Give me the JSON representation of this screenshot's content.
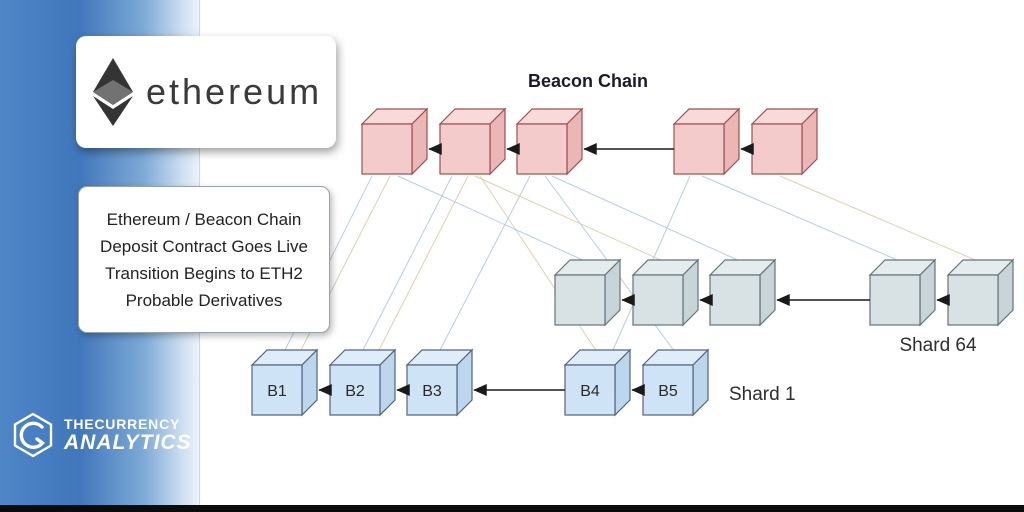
{
  "branding": {
    "ethereum_wordmark": "ethereum",
    "tca_line1": "THECURRENCY",
    "tca_line2": "ANALYTICS"
  },
  "headline": {
    "lines": [
      "Ethereum / Beacon Chain",
      "Deposit Contract Goes Live",
      "Transition Begins to ETH2",
      "Probable Derivatives"
    ]
  },
  "diagram": {
    "title": "Beacon Chain",
    "shard1": {
      "label": "Shard 1",
      "blocks": [
        "B1",
        "B2",
        "B3",
        "B4",
        "B5"
      ]
    },
    "shard64": {
      "label": "Shard 64"
    }
  },
  "colors": {
    "beacon_front": "#f3cbcb",
    "beacon_top": "#f8dada",
    "beacon_side": "#eab6b6",
    "beacon_stroke": "#9e5050",
    "shard64_front": "#d8e2e4",
    "shard64_top": "#e4eced",
    "shard64_side": "#c8d4d7",
    "shard64_stroke": "#62757a",
    "shard1_front": "#cfe3f6",
    "shard1_top": "#dfedfa",
    "shard1_side": "#bcd6ee",
    "shard1_stroke": "#54657a",
    "arrow": "#1a1a1a",
    "connector_blue": "#a9c6de",
    "connector_tan": "#d8c8a8"
  }
}
